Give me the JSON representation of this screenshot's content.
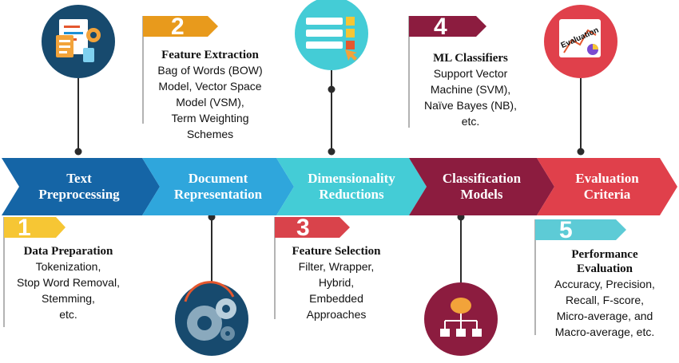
{
  "stages": [
    {
      "line1": "Text",
      "line2": "Preprocessing",
      "color": "#1565a6"
    },
    {
      "line1": "Document",
      "line2": "Representation",
      "color": "#2fa6dc"
    },
    {
      "line1": "Dimensionality",
      "line2": "Reductions",
      "color": "#44ccd6"
    },
    {
      "line1": "Classification",
      "line2": "Models",
      "color": "#8c1c3f"
    },
    {
      "line1": "Evaluation",
      "line2": "Criteria",
      "color": "#e0404b"
    }
  ],
  "steps": [
    {
      "number": "1",
      "title": "Data Preparation",
      "lines": [
        "Tokenization,",
        "Stop Word Removal,",
        "Stemming,",
        "etc."
      ],
      "flag_color": "#f6c634"
    },
    {
      "number": "2",
      "title": "Feature Extraction",
      "lines": [
        "Bag of Words (BOW)",
        "Model, Vector Space",
        "Model (VSM),",
        "Term Weighting",
        "Schemes"
      ],
      "flag_color": "#e89a1c"
    },
    {
      "number": "3",
      "title": "Feature Selection",
      "lines": [
        "Filter, Wrapper,",
        "Hybrid,",
        "Embedded",
        "Approaches"
      ],
      "flag_color": "#d9434b"
    },
    {
      "number": "4",
      "title": "ML Classifiers",
      "lines": [
        "Support Vector",
        "Machine (SVM),",
        "Naïve Bayes (NB),",
        "etc."
      ],
      "flag_color": "#8c1c3f"
    },
    {
      "number": "5",
      "title": "Performance Evaluation",
      "lines": [
        "Accuracy, Precision,",
        "Recall, F-score,",
        "Micro-average, and",
        "Macro-average, etc."
      ],
      "flag_color": "#5dcbd6"
    }
  ],
  "icons": {
    "documents": "documents-gear-icon",
    "gears": "gears-icon",
    "checklist": "checklist-icon",
    "brain_network": "brain-network-icon",
    "evaluation": "evaluation-chart-icon"
  },
  "evaluation_icon_text": "Evaluation",
  "colors": {
    "dark_circle": "#174a6e",
    "connector": "#2b2b2b",
    "flag_pole": "#9a9a9a"
  }
}
